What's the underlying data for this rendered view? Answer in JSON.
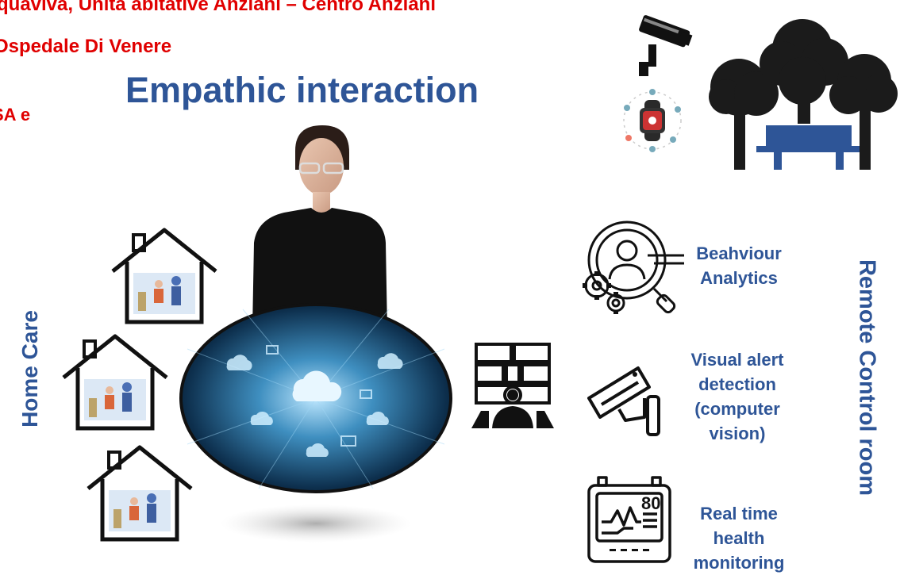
{
  "header": {
    "line1": "quaviva, Unità abitative Anziani – Centro Anziani",
    "line2": "Ospedale Di Venere",
    "line3": "SA e"
  },
  "title": "Empathic interaction",
  "left_label": "Home Care",
  "right_label": "Remote Control room",
  "features": [
    {
      "lines": [
        "Beahviour",
        "Analytics"
      ]
    },
    {
      "lines": [
        "Visual alert",
        "detection",
        "(computer",
        "vision)"
      ]
    },
    {
      "lines": [
        "Real time",
        "health",
        "monitoring"
      ]
    }
  ],
  "monitor_value": "80",
  "colors": {
    "accent_blue": "#2e5597",
    "header_red": "#e00000",
    "icon_dark": "#1a1a1a"
  },
  "icons": [
    "cctv-camera-icon",
    "smartwatch-icon",
    "park-trees-icon",
    "house-icon",
    "cloud-datacenter-icon",
    "operator-video-wall-icon",
    "behaviour-analytics-icon",
    "security-camera-icon",
    "health-monitor-icon"
  ]
}
